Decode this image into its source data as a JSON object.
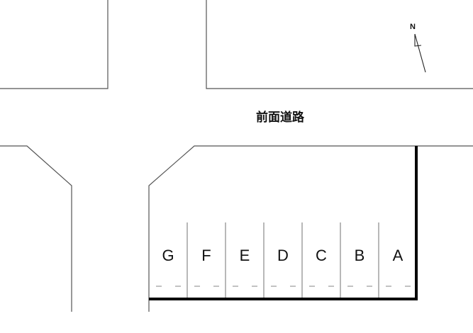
{
  "road_label": "前面道路",
  "north_label": "N",
  "lots": [
    "G",
    "F",
    "E",
    "D",
    "C",
    "B",
    "A"
  ],
  "colors": {
    "line": "#555555",
    "boundary": "#000000"
  }
}
